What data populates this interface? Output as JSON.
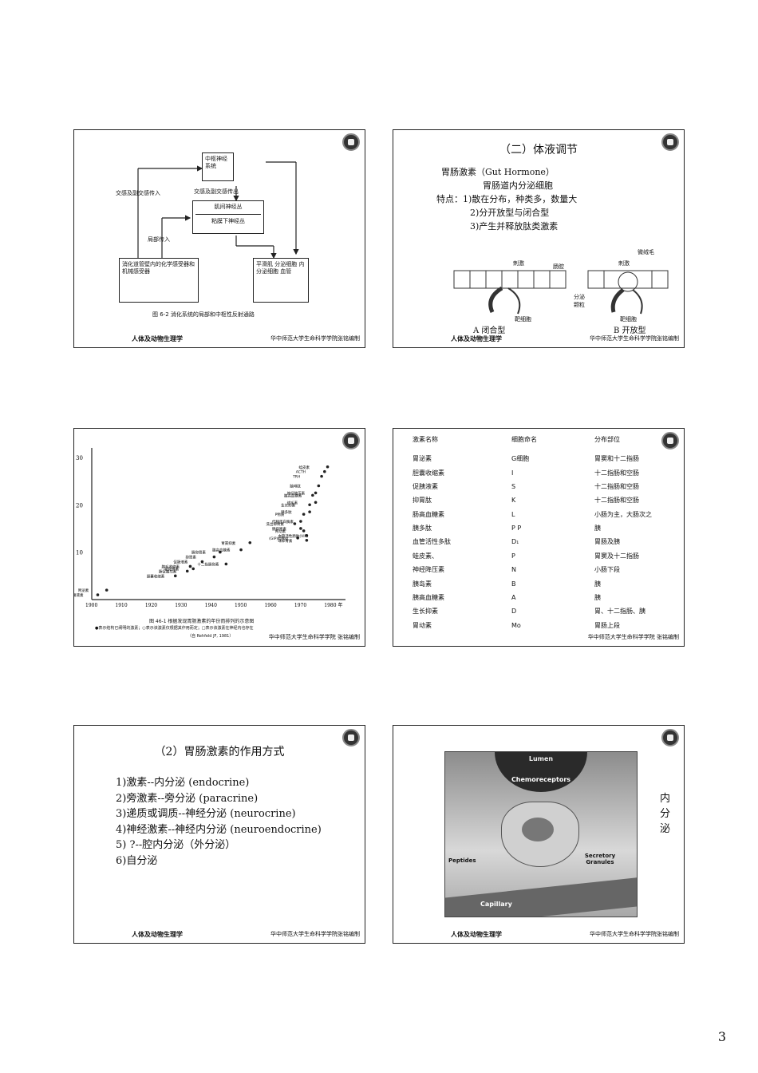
{
  "page_number": "3",
  "footer": {
    "left": "人体及动物生理学",
    "right": "华中师范大学生命科学学院张铭编制",
    "right_alt": "华中师范大学生命科学学院 张铭编制"
  },
  "slide1": {
    "cns": "中枢神经系统",
    "sympa_in": "交感及副交感传入",
    "sympa_out": "交感及副交感传出",
    "myenteric": "肌间神经丛",
    "submucosal": "粘膜下神经丛",
    "local": "局部传入",
    "receptors": "消化道管壁内的化学感受器和机械感受器",
    "effectors": "平滑肌 分泌细胞 内分泌细胞 血管",
    "caption": "图 6-2 消化系统的局部和中枢性反射通路"
  },
  "slide2": {
    "title": "（二）体液调节",
    "lines": [
      "胃肠激素（Gut Hormone）",
      "胃肠道内分泌细胞",
      "特点：1)散在分布，种类多，数量大",
      "2)分开放型与闭合型",
      "3)产生并释放肽类激素"
    ],
    "label_a": "A  闭合型",
    "label_b": "B  开放型",
    "diagram_labels": [
      "刺激",
      "肠腔",
      "刺激",
      "微绒毛",
      "分泌颗粒",
      "靶细胞",
      "靶细胞"
    ]
  },
  "slide3": {
    "y_ticks": [
      "30",
      "20",
      "10"
    ],
    "x_ticks": [
      "1900",
      "1910",
      "1920",
      "1930",
      "1940",
      "1950",
      "1960",
      "1970",
      "1980 年"
    ],
    "points": [
      {
        "label": "促胰液素",
        "year": 1902,
        "n": 1
      },
      {
        "label": "胃泌素",
        "year": 1905,
        "n": 2
      },
      {
        "label": "胆囊收缩素",
        "year": 1928,
        "n": 5
      },
      {
        "label": "肠促胰岛素",
        "year": 1932,
        "n": 6
      },
      {
        "label": "胰毛收缩素",
        "year": 1933,
        "n": 7
      },
      {
        "label": "新抑胃素",
        "year": 1934,
        "n": 6.5
      },
      {
        "label": "促肠液素",
        "year": 1937,
        "n": 8
      },
      {
        "label": "抑胃素",
        "year": 1941,
        "n": 9
      },
      {
        "label": "肠抑胃素",
        "year": 1943,
        "n": 10
      },
      {
        "label": "十二指肠抑素",
        "year": 1945,
        "n": 7.5
      },
      {
        "label": "胰高血糖素",
        "year": 1950,
        "n": 10.5
      },
      {
        "label": "胃窦抑素",
        "year": 1953,
        "n": 12
      },
      {
        "label": "(GIP)抑胃肽",
        "year": 1969,
        "n": 13
      },
      {
        "label": "球抑胃素",
        "year": 1972,
        "n": 12.5
      },
      {
        "label": "血管活性肠肽(VIP)",
        "year": 1972,
        "n": 13.5
      },
      {
        "label": "胃动素",
        "year": 1971,
        "n": 14.5
      },
      {
        "label": "肠抑胃素",
        "year": 1970,
        "n": 15
      },
      {
        "label": "洗出抑胃素",
        "year": 1968,
        "n": 16
      },
      {
        "label": "代胰蛋白酶素",
        "year": 1970,
        "n": 16.5
      },
      {
        "label": "P物质",
        "year": 1971,
        "n": 18
      },
      {
        "label": "胰多肽",
        "year": 1973,
        "n": 18.5
      },
      {
        "label": "生长抑素",
        "year": 1973,
        "n": 20
      },
      {
        "label": "绒毛素",
        "year": 1975,
        "n": 20.5
      },
      {
        "label": "胰高血糖素",
        "year": 1974,
        "n": 22
      },
      {
        "label": "神经降压素",
        "year": 1975,
        "n": 22.5
      },
      {
        "label": "脑啡肽",
        "year": 1976,
        "n": 24
      },
      {
        "label": "TRH",
        "year": 1977,
        "n": 26
      },
      {
        "label": "ACTH",
        "year": 1978,
        "n": 27
      },
      {
        "label": "蛙皮素",
        "year": 1979,
        "n": 28
      }
    ],
    "caption": "图 46-1 根据发现胃肠激素的年份而排列的示意图",
    "note": "●表示结构已阐明的激素；○表示该激素仅根据其作用而定；□表示该激素在神经内也存在",
    "source": "（自 Rehfeld JF, 1981）"
  },
  "slide4": {
    "headers": [
      "激素名称",
      "细胞命名",
      "分布部位"
    ],
    "rows": [
      [
        "胃泌素",
        "G细胞",
        "胃窦和十二指肠"
      ],
      [
        "胆囊收缩素",
        "I",
        "十二指肠和空肠"
      ],
      [
        "促胰液素",
        "S",
        "十二指肠和空肠"
      ],
      [
        "抑胃肽",
        "K",
        "十二指肠和空肠"
      ],
      [
        "肠高血糖素",
        "L",
        "小肠为主，大肠次之"
      ],
      [
        "胰多肽",
        "P P",
        "胰"
      ],
      [
        "血管活性多肽",
        "D₁",
        "胃肠及胰"
      ],
      [
        "蛙皮素、",
        "P",
        "胃窦及十二指肠"
      ],
      [
        "神经降压素",
        "N",
        "小肠下段"
      ],
      [
        "胰岛素",
        "B",
        "胰"
      ],
      [
        "胰高血糖素",
        "A",
        "胰"
      ],
      [
        "生长抑素",
        "D",
        "胃、十二指肠、胰"
      ],
      [
        "胃动素",
        "Mo",
        "胃肠上段"
      ]
    ]
  },
  "slide5": {
    "title": "（2）胃肠激素的作用方式",
    "items": [
      "1)激素--内分泌 (endocrine)",
      "2)旁激素--旁分泌 (paracrine)",
      "3)递质或调质--神经分泌 (neurocrine)",
      "4)神经激素--神经内分泌 (neuroendocrine)",
      "5) ?--腔内分泌（外分泌）",
      "6)自分泌"
    ]
  },
  "slide6": {
    "side_label": [
      "内",
      "分",
      "泌"
    ],
    "lumen": "Lumen",
    "chemoreceptors": "Chemoreceptors",
    "peptides": "Peptides",
    "granules": "Secretory Granules",
    "capillary": "Capillary"
  }
}
